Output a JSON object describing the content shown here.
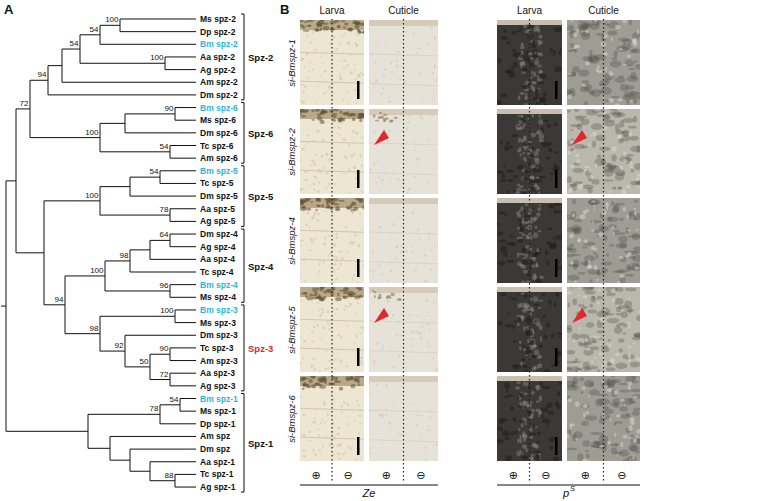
{
  "diagram": {
    "labels": [
      "A",
      "Ms spz-2",
      "Dp spz-2",
      "Bm spz-2",
      "Aa spz-2",
      "Ag spz-2",
      "Am spz-2",
      "Dm spz-2",
      "Bm spz-6",
      "Ms spz-6",
      "Dm spz-6",
      "Tc spz-6",
      "Am spz-6",
      "Bm spz-5",
      "Tc spz-5",
      "Dm spz-5",
      "Aa spz-5",
      "Ag spz-5",
      "Dm spz-4",
      "Ag spz-4",
      "Aa spz-4",
      "Tc spz-4",
      "Bm spz-4",
      "Ms spz-4",
      "Bm spz-3",
      "Ms spz-3",
      "Dm spz-3",
      "Tc spz-3",
      "Am spz-3",
      "Aa spz-3",
      "Ag spz-3",
      "Bm spz-1",
      "Ms spz-1",
      "Dp spz-1",
      "Am spz",
      "Dm spz",
      "Aa spz-1",
      "Tc spz-1",
      "Ag spz-1",
      "100",
      "54",
      "100",
      "54",
      "94",
      "72",
      "90",
      "100",
      "54",
      "54",
      "100",
      "78",
      "64",
      "98",
      "100",
      "96",
      "94",
      "100",
      "98",
      "92",
      "90",
      "50",
      "72",
      "54",
      "78",
      "88",
      "Spz-2",
      "Spz-6",
      "Spz-5",
      "Spz-4",
      "Spz-3",
      "Spz-1",
      "B",
      "Larva",
      "Cuticle",
      "Larva",
      "Cuticle",
      "si-Bmspz-1",
      "si-Bmspz-2",
      "si-Bmspz-4",
      "si-Bmspz-5",
      "si-Bmspz-6",
      "⊕",
      "⊖",
      "⊕",
      "⊖",
      "⊕",
      "⊖",
      "⊕",
      "⊖",
      "Ze",
      "p",
      "S"
    ]
  }
}
